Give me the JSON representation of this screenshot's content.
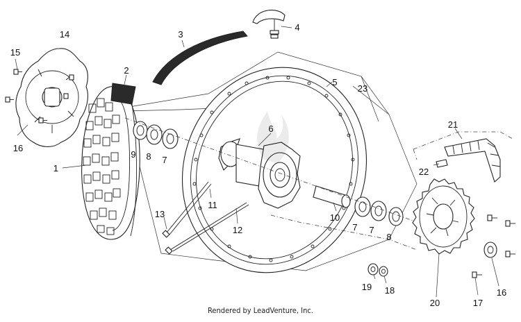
{
  "diagram": {
    "callouts": [
      "1",
      "2",
      "3",
      "4",
      "5",
      "6",
      "7",
      "8",
      "9",
      "10",
      "11",
      "12",
      "13",
      "14",
      "15",
      "16",
      "17",
      "18",
      "19",
      "20",
      "21",
      "22",
      "23",
      "7",
      "8",
      "7",
      "16"
    ],
    "footer": "Rendered by LeadVenture, Inc.",
    "colors": {
      "ink": "#222222",
      "band": "#2a2a2a",
      "paper": "#ffffff"
    }
  }
}
